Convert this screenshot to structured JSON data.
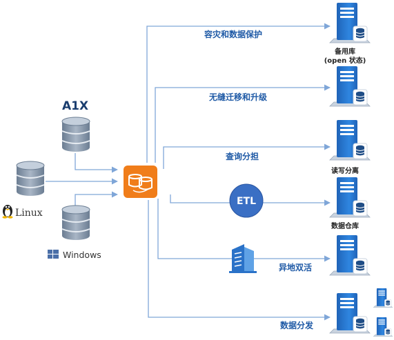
{
  "sources": [
    {
      "id": "aix",
      "label": "A1X"
    },
    {
      "id": "linux",
      "label": "Linux"
    },
    {
      "id": "windows",
      "label": "Windows"
    }
  ],
  "hub": {
    "icon": "sync-database-icon"
  },
  "routes": [
    {
      "label": "容灾和数据保护"
    },
    {
      "label": "无缝迁移和升级"
    },
    {
      "label": "查询分担"
    },
    {
      "label": "ETL"
    },
    {
      "label": "异地双活"
    },
    {
      "label": "数据分发"
    }
  ],
  "targets": [
    {
      "label_line1": "备用库",
      "label_line2": "(open 状态)"
    },
    {
      "label_line1": "",
      "label_line2": ""
    },
    {
      "label_line1": "读写分离",
      "label_line2": ""
    },
    {
      "label_line1": "数据仓库",
      "label_line2": ""
    },
    {
      "label_line1": "",
      "label_line2": ""
    },
    {
      "label_line1": "",
      "label_line2": ""
    }
  ],
  "colors": {
    "line": "#7fa6d8",
    "hub": "#f07d1a",
    "etl": "#3a6fc4",
    "server": "#2a72c8",
    "db": "#7d8fa3"
  }
}
